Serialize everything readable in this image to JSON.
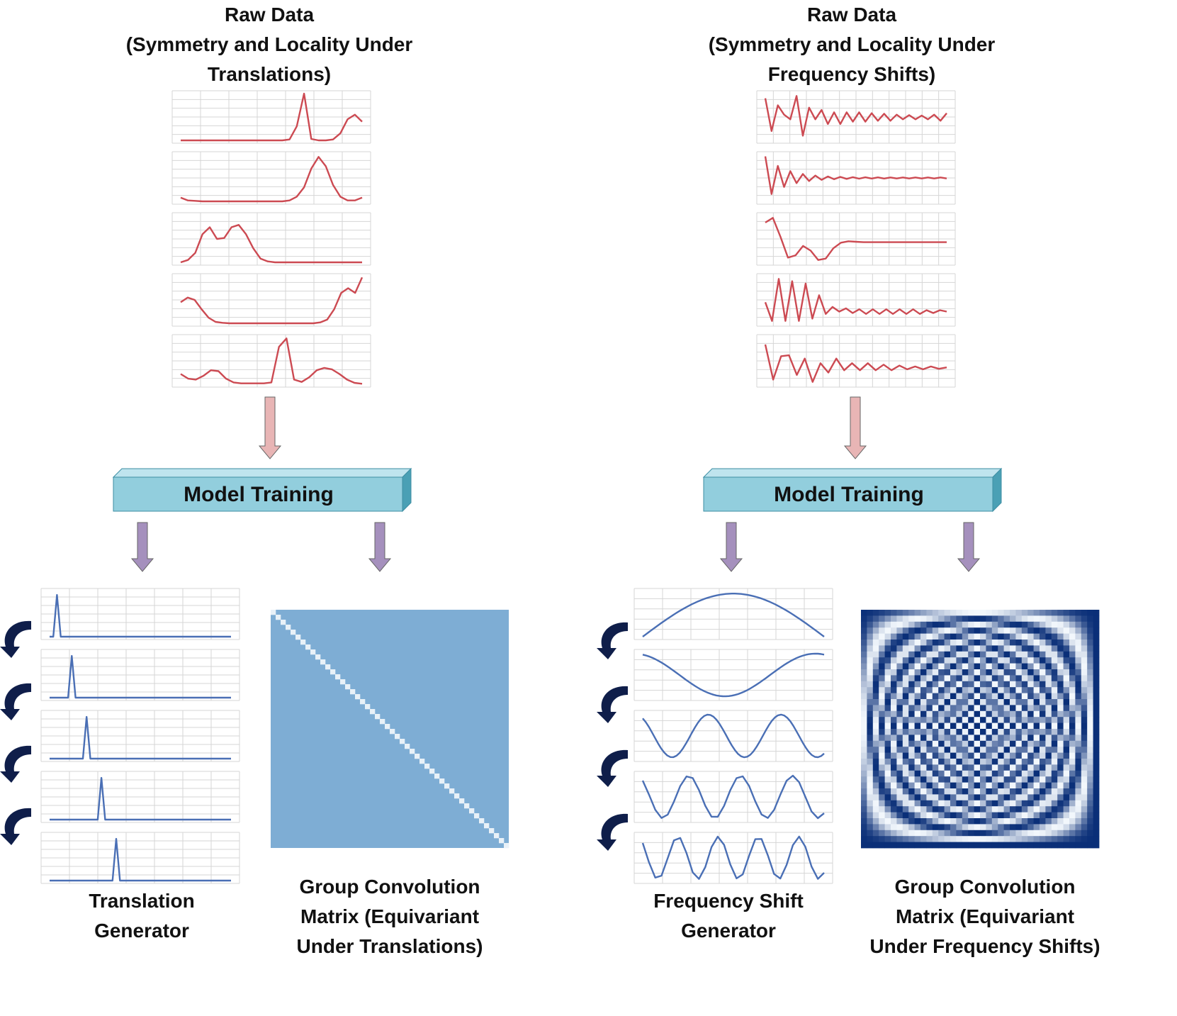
{
  "colors": {
    "raw_line": "#cc4a52",
    "generator_line": "#4a6fb5",
    "grid": "#d6d6d6",
    "box_face": "#92cedd",
    "box_top": "#bfe4ee",
    "box_side": "#4aa0b5",
    "down_arrow_raw": "#e8b5b5",
    "down_arrow_out": "#a590bd",
    "curved_arrow": "#0f1e4a",
    "translation_matrix_bg": "#7eadd4",
    "translation_matrix_diag": "#e8f1f8",
    "freq_matrix_dark": "#0a2f78",
    "freq_matrix_light": "#f2f7fc"
  },
  "left_panel": {
    "title_lines": [
      "Raw Data",
      "(Symmetry and Locality Under",
      "Translations)"
    ],
    "box_label": "Model Training",
    "generator_caption_lines": [
      "Translation",
      "Generator"
    ],
    "matrix_caption_lines": [
      "Group Convolution",
      "Matrix (Equivariant",
      "Under Translations)"
    ],
    "raw_signal_icons": [
      "signal-plot-1",
      "signal-plot-2",
      "signal-plot-3",
      "signal-plot-4",
      "signal-plot-5"
    ],
    "generator_icons": [
      "generator-plot-1",
      "generator-plot-2",
      "generator-plot-3",
      "generator-plot-4",
      "generator-plot-5"
    ]
  },
  "right_panel": {
    "title_lines": [
      "Raw Data",
      "(Symmetry and Locality Under",
      "Frequency Shifts)"
    ],
    "box_label": "Model Training",
    "generator_caption_lines": [
      "Frequency Shift",
      "Generator"
    ],
    "matrix_caption_lines": [
      "Group Convolution",
      "Matrix (Equivariant",
      "Under Frequency Shifts)"
    ]
  }
}
